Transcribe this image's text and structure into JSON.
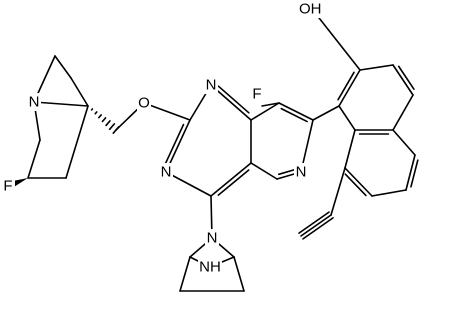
{
  "labels": {
    "oh": "OH",
    "f_top": "F",
    "o_ether": "O",
    "n_py1": "N",
    "n_py2": "N",
    "n_pyr": "N",
    "n_pyrrolizidine": "N",
    "f_left": "F",
    "n_bicyclic": "N",
    "nh_bridge": "NH"
  },
  "colors": {
    "ink": "#000000",
    "background": "#ffffff"
  }
}
